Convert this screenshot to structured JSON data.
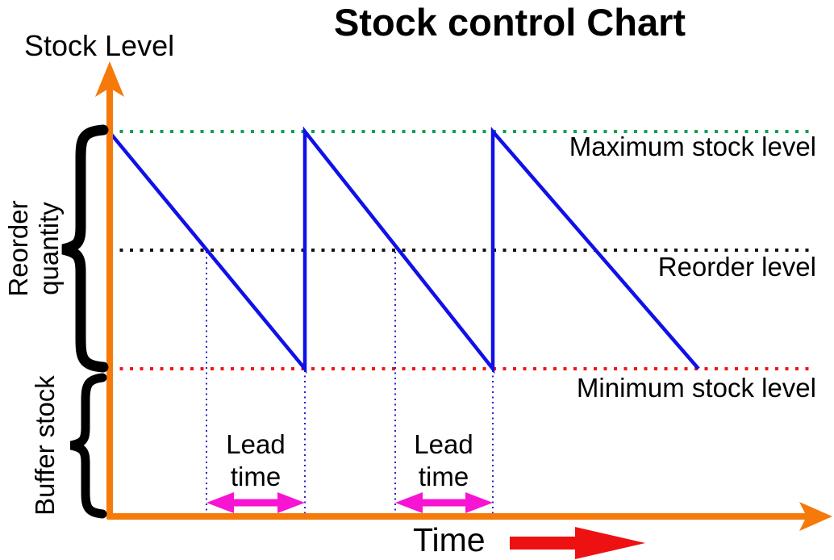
{
  "title": "Stock control Chart",
  "axes": {
    "y_label": "Stock Level",
    "x_label": "Time"
  },
  "levels": {
    "maximum": {
      "label": "Maximum stock level",
      "color": "#0aa050"
    },
    "reorder": {
      "label": "Reorder level",
      "color": "#111111"
    },
    "minimum": {
      "label": "Minimum stock level",
      "color": "#ee1515"
    }
  },
  "braces": {
    "reorder_quantity": {
      "line1": "Reorder",
      "line2": "quantity"
    },
    "buffer_stock": {
      "label": "Buffer stock"
    }
  },
  "lead_time": {
    "line1": "Lead",
    "line2": "time"
  },
  "colors": {
    "axis_orange": "#f57a0a",
    "stock_line_blue": "#1010e8",
    "max_level_green": "#0aa050",
    "reorder_level_black": "#111111",
    "min_level_red": "#ee1515",
    "guide_dotted_blue": "#2222cc",
    "lead_time_magenta": "#f714d2",
    "time_arrow_red": "#ee1111",
    "brace_black": "#000000"
  },
  "chart_data": {
    "type": "line",
    "title": "Stock control Chart",
    "xlabel": "Time",
    "ylabel": "Stock Level",
    "reference_lines": [
      "Maximum stock level",
      "Reorder level",
      "Minimum stock level"
    ],
    "series": [
      {
        "name": "Stock level",
        "pattern": "sawtooth",
        "cycles_shown": 3,
        "description": "Stock falls steadily from maximum stock level to minimum stock level, then is replenished instantly back to maximum"
      }
    ],
    "annotations": [
      "Lead time",
      "Lead time",
      "Reorder quantity",
      "Buffer stock"
    ],
    "legend": "none",
    "grid": "off"
  }
}
